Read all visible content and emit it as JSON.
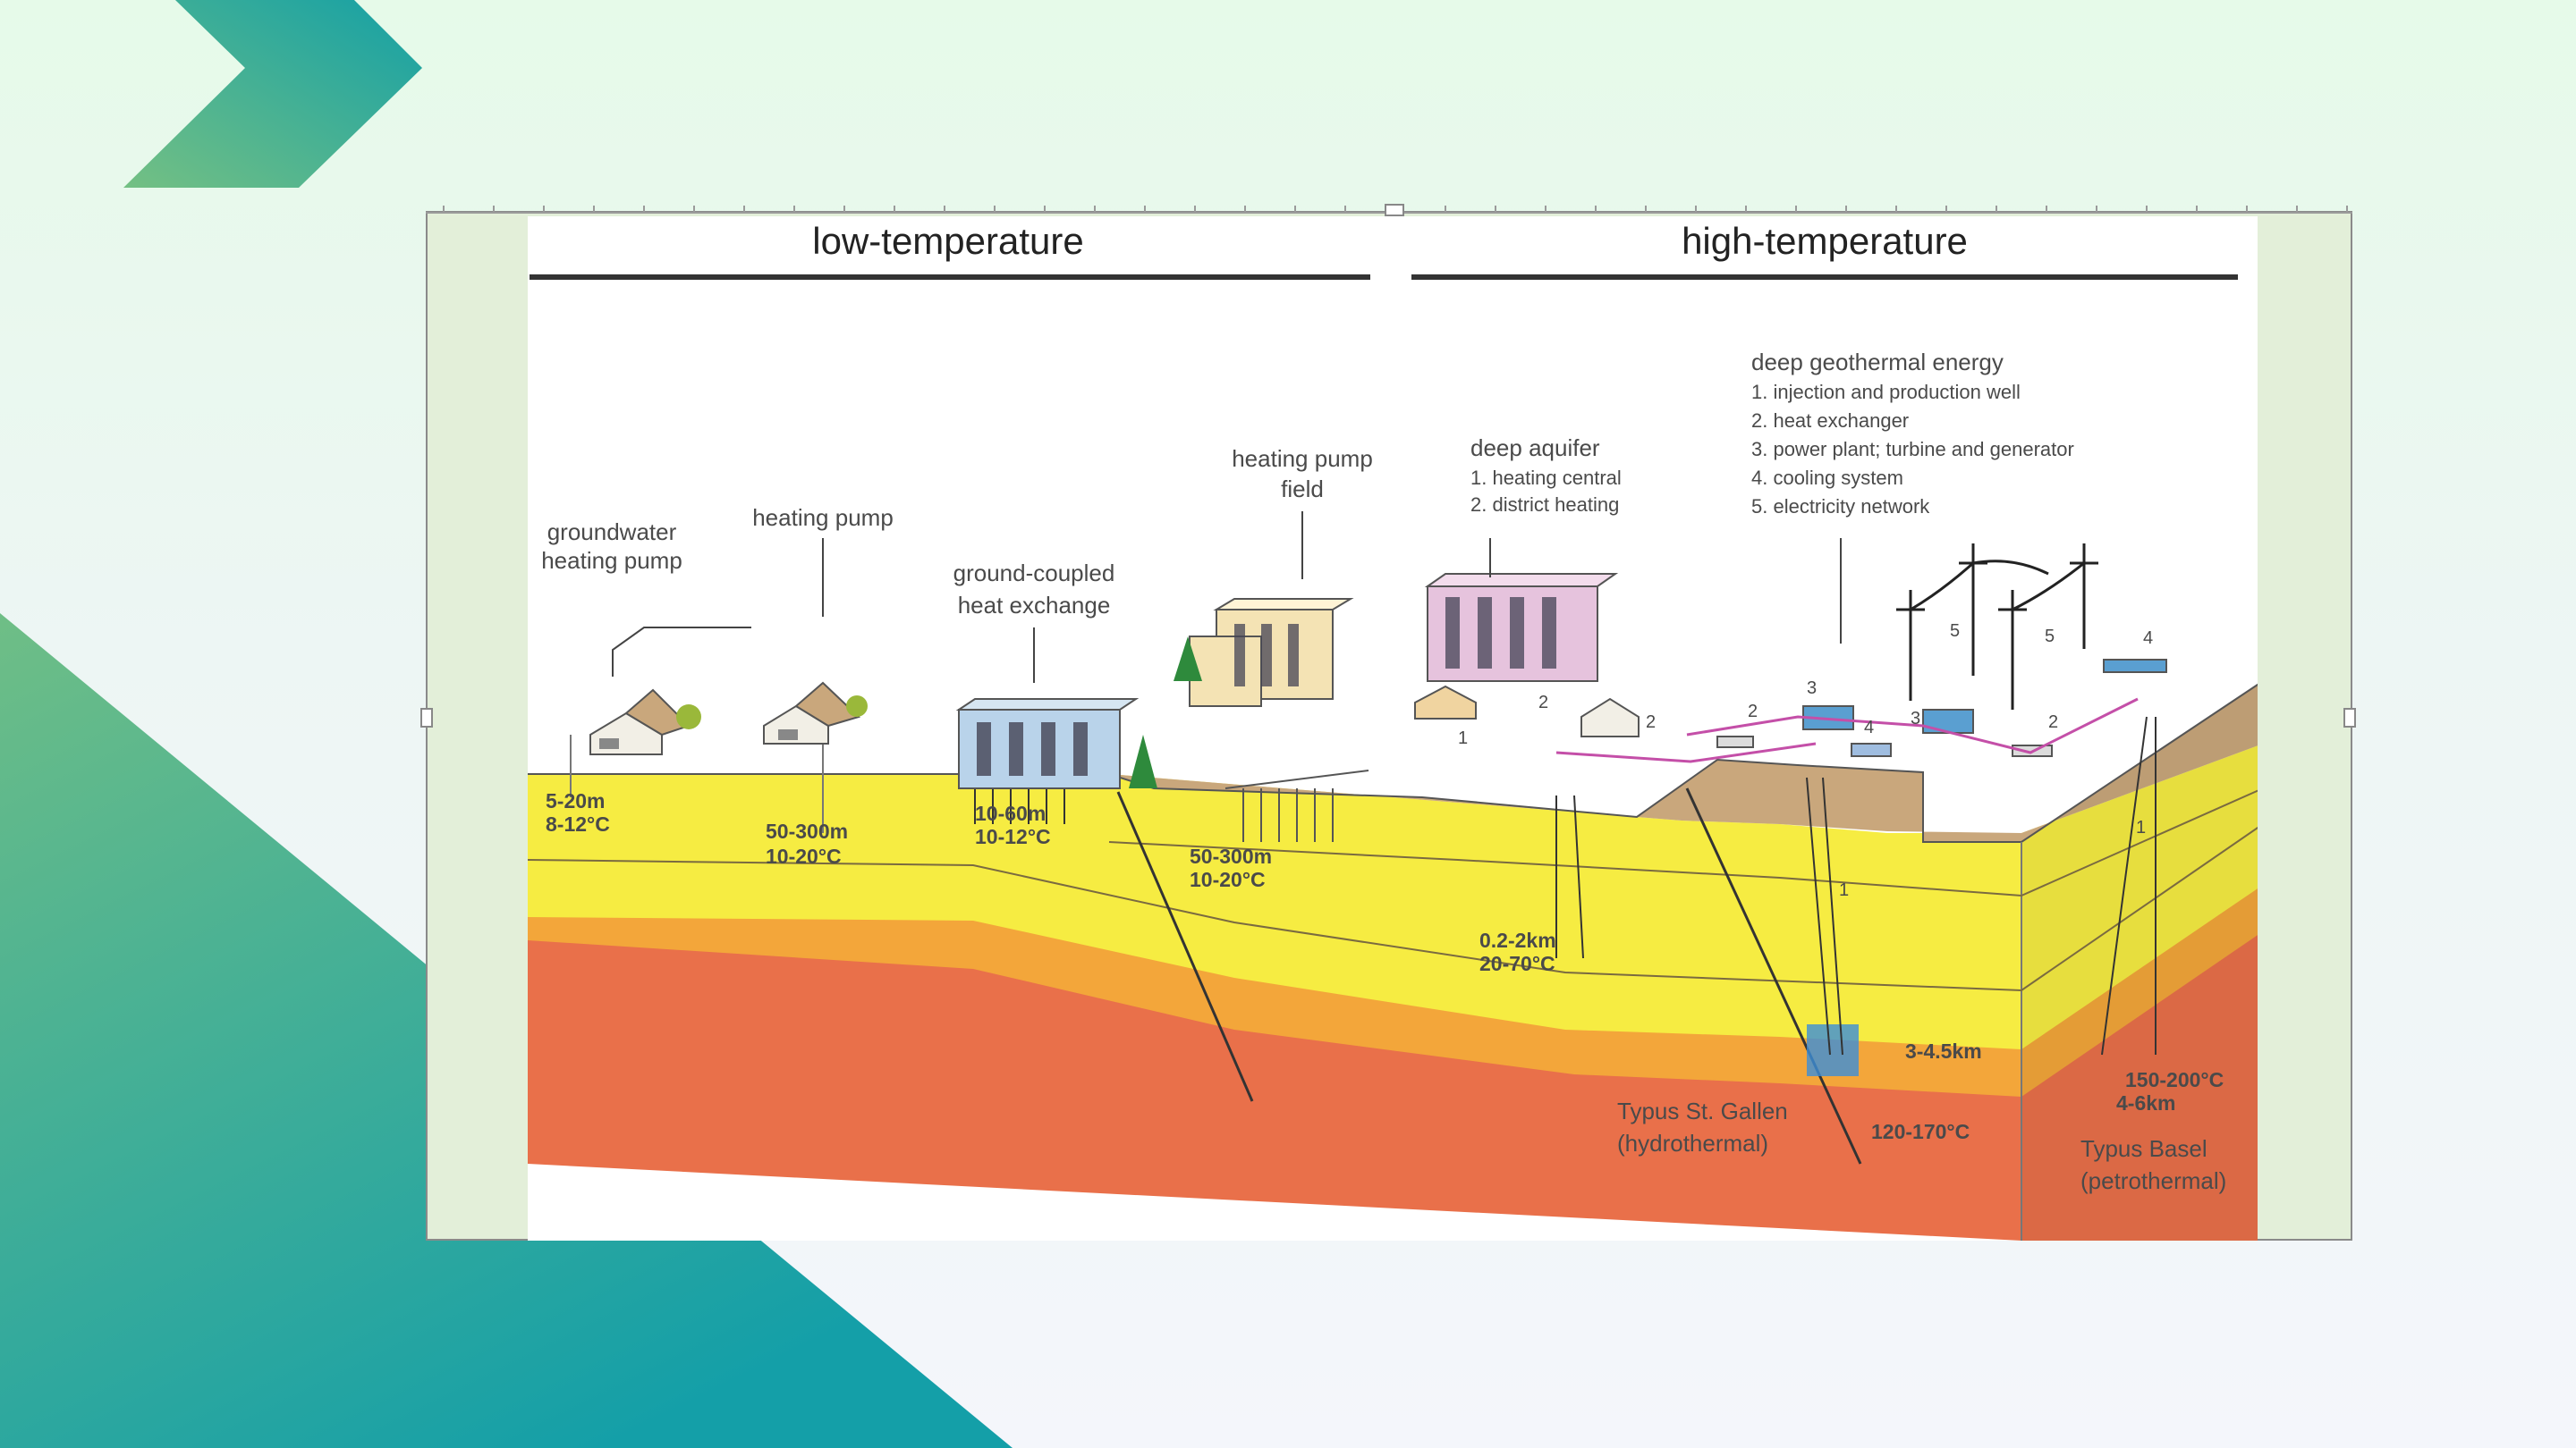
{
  "slide": {
    "colors": {
      "chevron": "#2aa08e",
      "triangle_top": "#6cbc84",
      "triangle_bottom": "#169fa6"
    }
  },
  "diagram": {
    "headers": {
      "low": "low-temperature",
      "high": "high-temperature"
    },
    "labels": {
      "groundwater_1": "groundwater",
      "groundwater_2": "heating pump",
      "heating_pump": "heating pump",
      "ground_coupled_1": "ground-coupled",
      "ground_coupled_2": "heat exchange",
      "pump_field_1": "heating pump",
      "pump_field_2": "field",
      "aquifer_title": "deep aquifer",
      "aquifer_1": "1. heating central",
      "aquifer_2": "2. district heating",
      "deep_title": "deep geothermal energy",
      "deep_1": "1. injection and production well",
      "deep_2": "2. heat exchanger",
      "deep_3": "3. power plant; turbine and generator",
      "deep_4": "4. cooling system",
      "deep_5": "5. electricity network",
      "d1_depth": "5-20m",
      "d1_temp": "8-12°C",
      "d2_depth": "50-300m",
      "d2_temp": "10-20°C",
      "d3_depth": "10-60m",
      "d3_temp": "10-12°C",
      "d4_depth": "50-300m",
      "d4_temp": "10-20°C",
      "d5_depth": "0.2-2km",
      "d5_temp": "20-70°C",
      "d6_depth": "3-4.5km",
      "d6_temp": "120-170°C",
      "d7_temp": "150-200°C",
      "d7_depth": "4-6km",
      "stgallen_1": "Typus St. Gallen",
      "stgallen_2": "(hydrothermal)",
      "basel_1": "Typus Basel",
      "basel_2": "(petrothermal)",
      "n1a": "1",
      "n2a": "2",
      "n1b": "1",
      "n2b": "2",
      "n2c": "2",
      "n2d": "2",
      "n3a": "3",
      "n3b": "3",
      "n4a": "4",
      "n4b": "4",
      "n5a": "5",
      "n5b": "5",
      "n1c": "1"
    }
  }
}
